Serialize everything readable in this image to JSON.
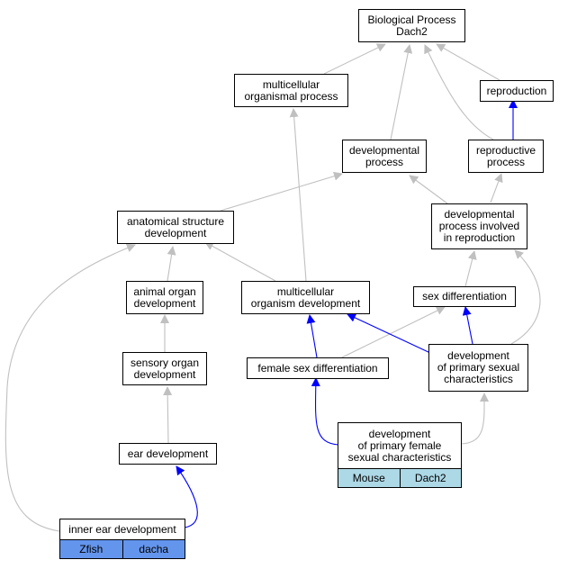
{
  "nodes": {
    "bp": [
      "Biological Process",
      "Dach2"
    ],
    "mop": [
      "multicellular",
      "organismal process"
    ],
    "repro": [
      "reproduction"
    ],
    "devproc": [
      "developmental",
      "process"
    ],
    "reproproc": [
      "reproductive",
      "process"
    ],
    "asd": [
      "anatomical structure",
      "development"
    ],
    "dpir": [
      "developmental",
      "process involved",
      "in reproduction"
    ],
    "aod": [
      "animal organ",
      "development"
    ],
    "mod": [
      "multicellular",
      "organism development"
    ],
    "sexdiff": [
      "sex differentiation"
    ],
    "sod": [
      "sensory organ",
      "development"
    ],
    "fsd": [
      "female sex differentiation"
    ],
    "dpsc": [
      "development",
      "of primary sexual",
      "characteristics"
    ],
    "ear": [
      "ear development"
    ]
  },
  "tables": {
    "dpfsc": {
      "lines": [
        "development",
        "of primary female",
        "sexual characteristics"
      ],
      "cells": [
        "Mouse",
        "Dach2"
      ]
    },
    "ied": {
      "lines": [
        "inner ear development"
      ],
      "cells": [
        "Zfish",
        "dacha"
      ]
    }
  },
  "edge_colors": {
    "is_a": "#c0c0c0",
    "regulates": "#0000ff"
  }
}
